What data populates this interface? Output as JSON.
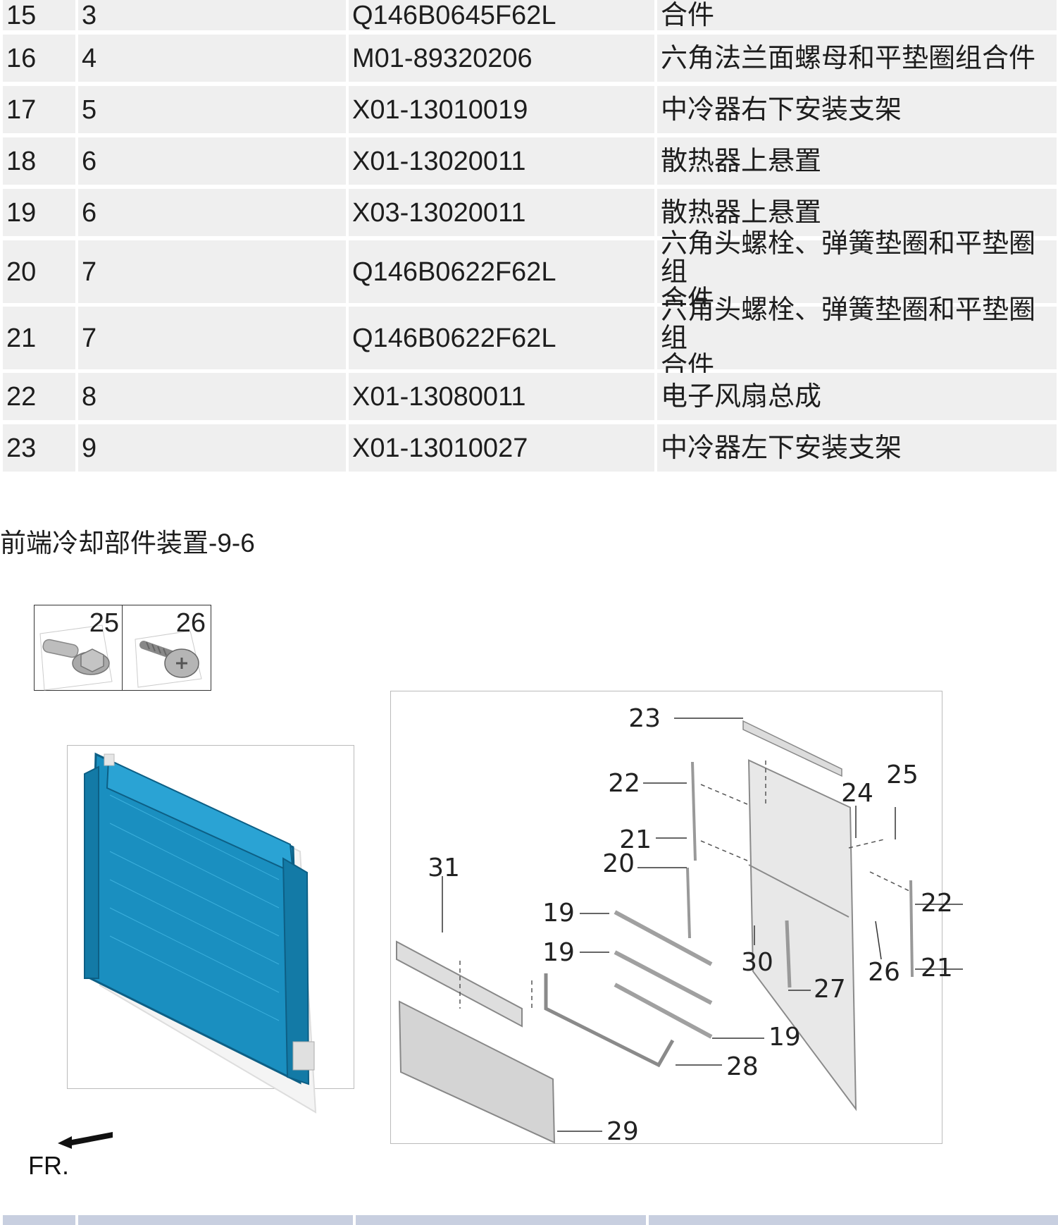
{
  "table": {
    "rows": [
      {
        "no": "15",
        "idx": "3",
        "part": "Q146B0645F62L",
        "name": "合件"
      },
      {
        "no": "16",
        "idx": "4",
        "part": "M01-89320206",
        "name": "六角法兰面螺母和平垫圈组合件"
      },
      {
        "no": "17",
        "idx": "5",
        "part": "X01-13010019",
        "name": "中冷器右下安装支架"
      },
      {
        "no": "18",
        "idx": "6",
        "part": "X01-13020011",
        "name": "散热器上悬置"
      },
      {
        "no": "19",
        "idx": "6",
        "part": "X03-13020011",
        "name": "散热器上悬置"
      },
      {
        "no": "20",
        "idx": "7",
        "part": "Q146B0622F62L",
        "name": "六角头螺栓、弹簧垫圈和平垫圈组",
        "name2": "合件"
      },
      {
        "no": "21",
        "idx": "7",
        "part": "Q146B0622F62L",
        "name": "六角头螺栓、弹簧垫圈和平垫圈组",
        "name2": "合件"
      },
      {
        "no": "22",
        "idx": "8",
        "part": "X01-13080011",
        "name": "电子风扇总成"
      },
      {
        "no": "23",
        "idx": "9",
        "part": "X01-13010027",
        "name": "中冷器左下安装支架"
      }
    ]
  },
  "section_title": "前端冷却部件装置-9-6",
  "inset": {
    "left_num": "25",
    "right_num": "26"
  },
  "callouts": {
    "c23": "23",
    "c22a": "22",
    "c24": "24",
    "c25": "25",
    "c21a": "21",
    "c20": "20",
    "c31": "31",
    "c19a": "19",
    "c19b": "19",
    "c22b": "22",
    "c30": "30",
    "c26": "26",
    "c21b": "21",
    "c27": "27",
    "c19c": "19",
    "c28": "28",
    "c29": "29"
  },
  "direction_label": "FR.",
  "colors": {
    "row_bg": "#efefef",
    "assembly_blue": "#1a8fc0",
    "footer": "#c8cfe0"
  }
}
